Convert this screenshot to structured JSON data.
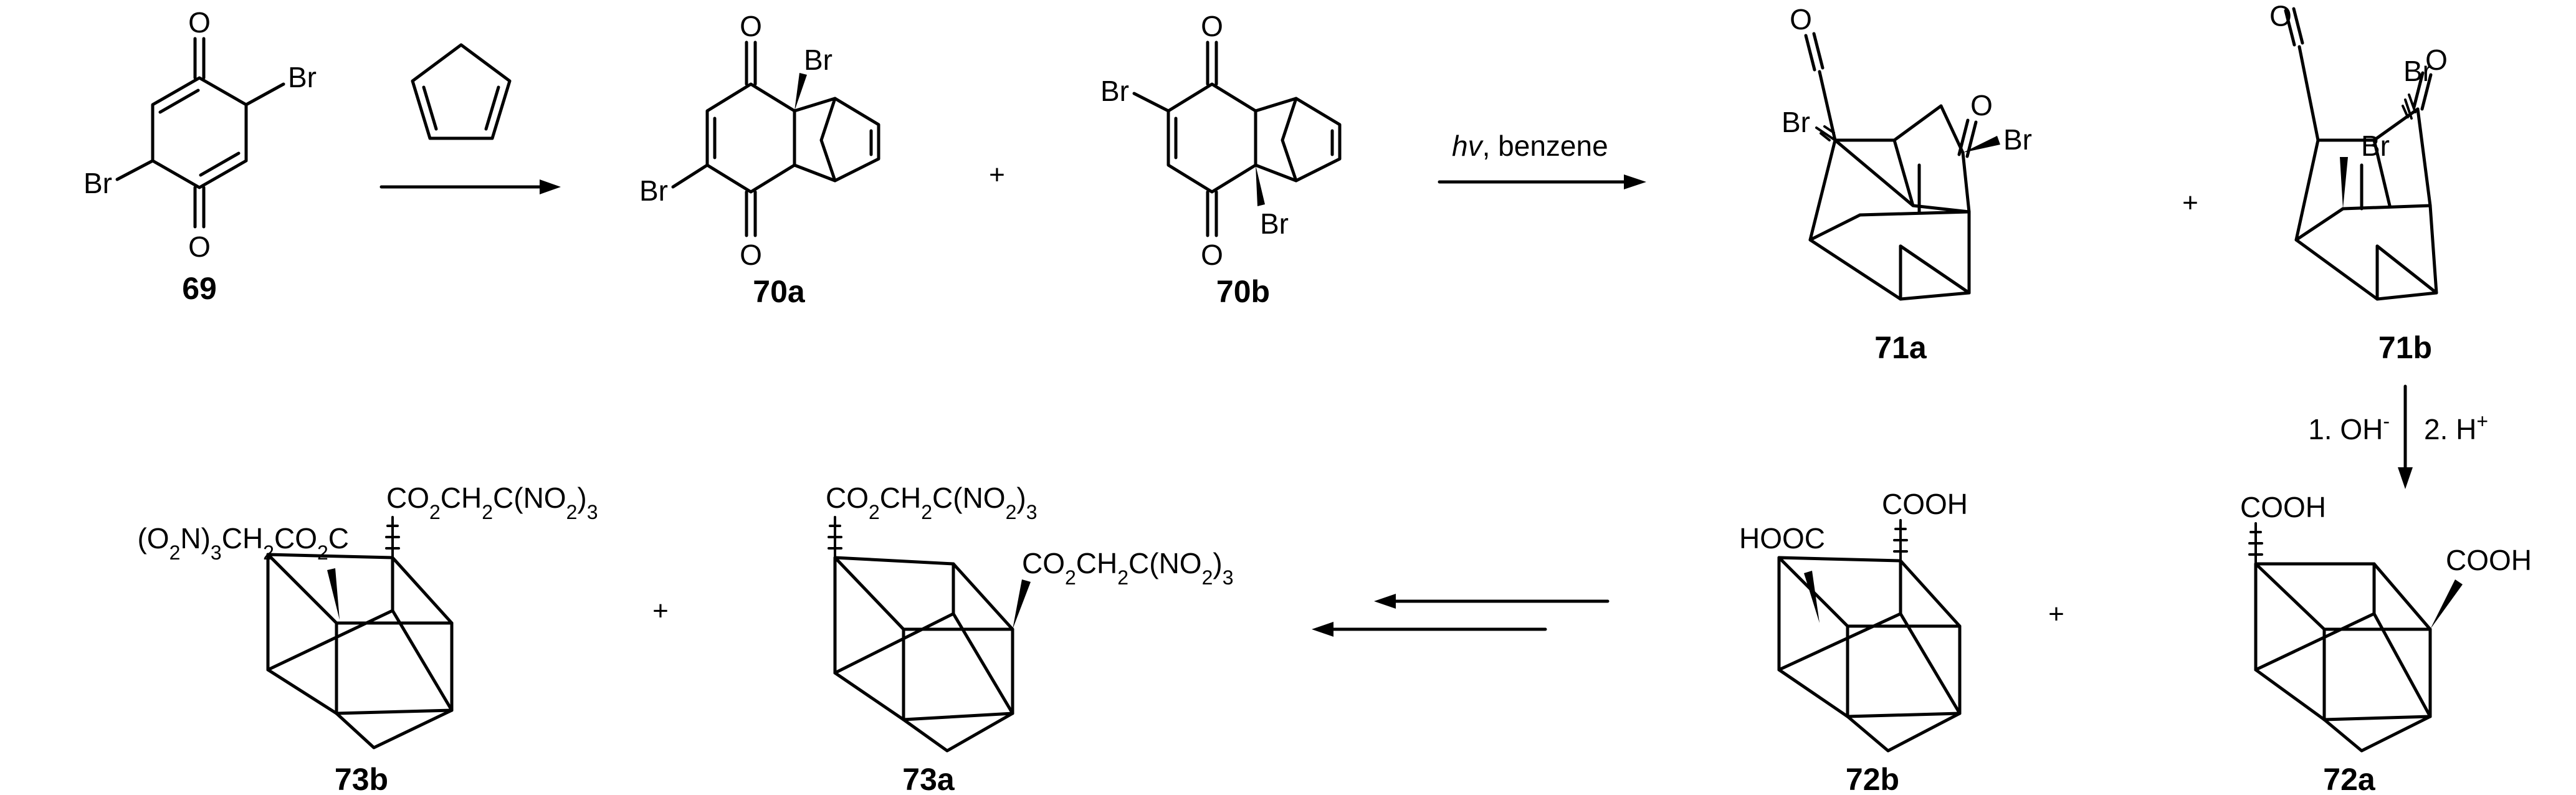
{
  "compounds": {
    "c69": {
      "number": "69",
      "o_top": "O",
      "o_bottom": "O",
      "br1": "Br",
      "br2": "Br"
    },
    "c70a": {
      "number": "70a",
      "o_top": "O",
      "o_bottom": "O",
      "br1": "Br",
      "br2": "Br"
    },
    "c70b": {
      "number": "70b",
      "o_top": "O",
      "o_bottom": "O",
      "br1": "Br",
      "br2": "Br"
    },
    "c71a": {
      "number": "71a",
      "o1": "O",
      "o2": "O",
      "br1": "Br",
      "br2": "Br"
    },
    "c71b": {
      "number": "71b",
      "o1": "O",
      "o2": "O",
      "br1": "Br",
      "br2": "Br"
    },
    "c72a": {
      "number": "72a",
      "sub1": "COOH",
      "sub2": "COOH"
    },
    "c72b": {
      "number": "72b",
      "sub1": "HOOC",
      "sub2": "COOH"
    },
    "c73a": {
      "number": "73a"
    },
    "c73b": {
      "number": "73b"
    }
  },
  "ester": {
    "co2": "CO",
    "sub2": "2",
    "ch2c": "CH",
    "sub2b": "2",
    "c": "C(NO",
    "sub2c": "2",
    "close": ")",
    "sub3": "3"
  },
  "ester_left": {
    "open": "(O",
    "sub2": "2",
    "n": "N)",
    "sub3": "3",
    "ch": "CH",
    "sub2b": "2",
    "co": "CO",
    "sub2c": "2",
    "c": "C"
  },
  "reagents": {
    "step2_italic": "hv",
    "step2_rest": ", benzene",
    "step3_a": "1. OH",
    "step3_a_sup": "-",
    "step3_b": "2. H",
    "step3_b_sup": "+"
  },
  "plus_sign": "+"
}
